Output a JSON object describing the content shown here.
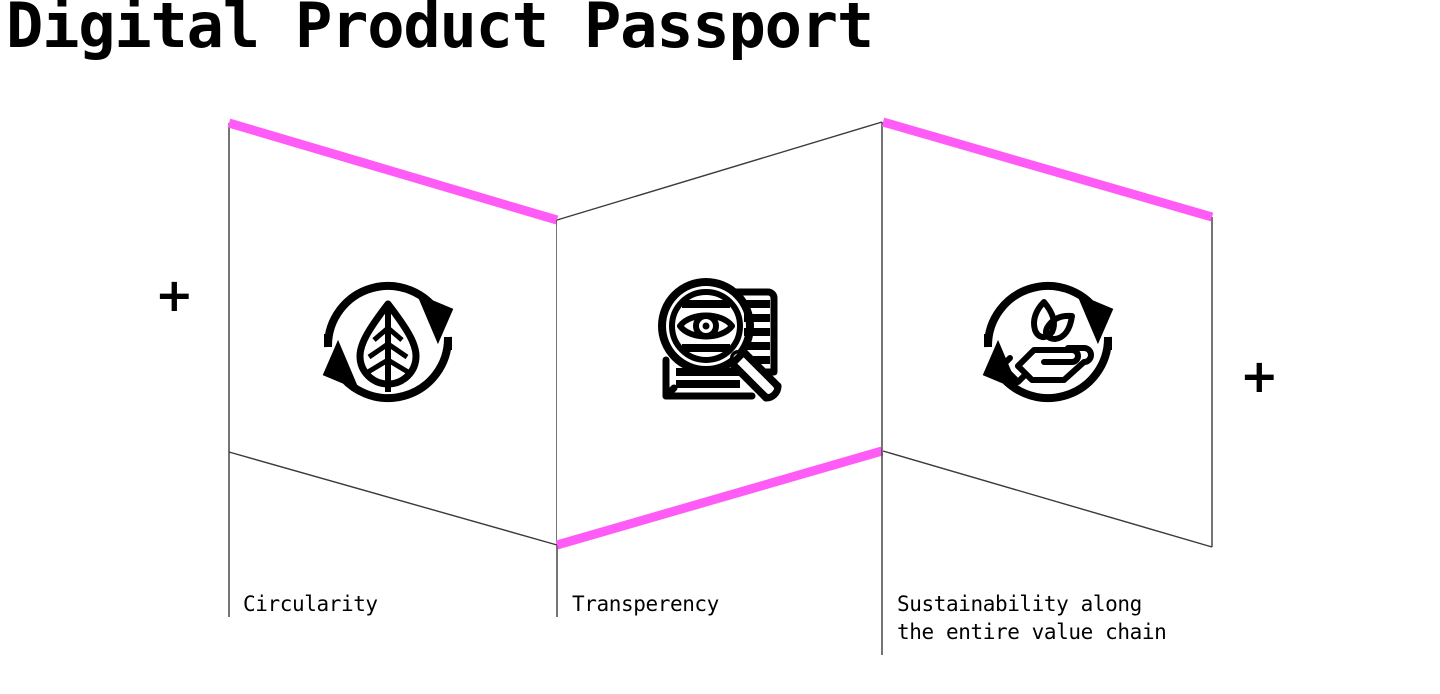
{
  "page": {
    "title": "Digital Product Passport",
    "background_color": "#ffffff",
    "accent_color": "#ff5cf7",
    "line_color": "#3a3a3a",
    "text_color": "#000000"
  },
  "operators": {
    "left_plus": "+",
    "right_plus": "+"
  },
  "panels": [
    {
      "id": "circularity",
      "caption": "Circularity",
      "icon": "recycle-leaf-icon",
      "top_edge_color": "#ff5cf7",
      "bottom_edge_color": "#3a3a3a"
    },
    {
      "id": "transperency",
      "caption": "Transperency",
      "icon": "magnifier-eye-document-icon",
      "top_edge_color": "#3a3a3a",
      "bottom_edge_color": "#ff5cf7"
    },
    {
      "id": "sustainability",
      "caption": "Sustainability along\nthe entire value chain",
      "icon": "recycle-hand-leaf-icon",
      "top_edge_color": "#ff5cf7",
      "bottom_edge_color": "#3a3a3a"
    }
  ]
}
